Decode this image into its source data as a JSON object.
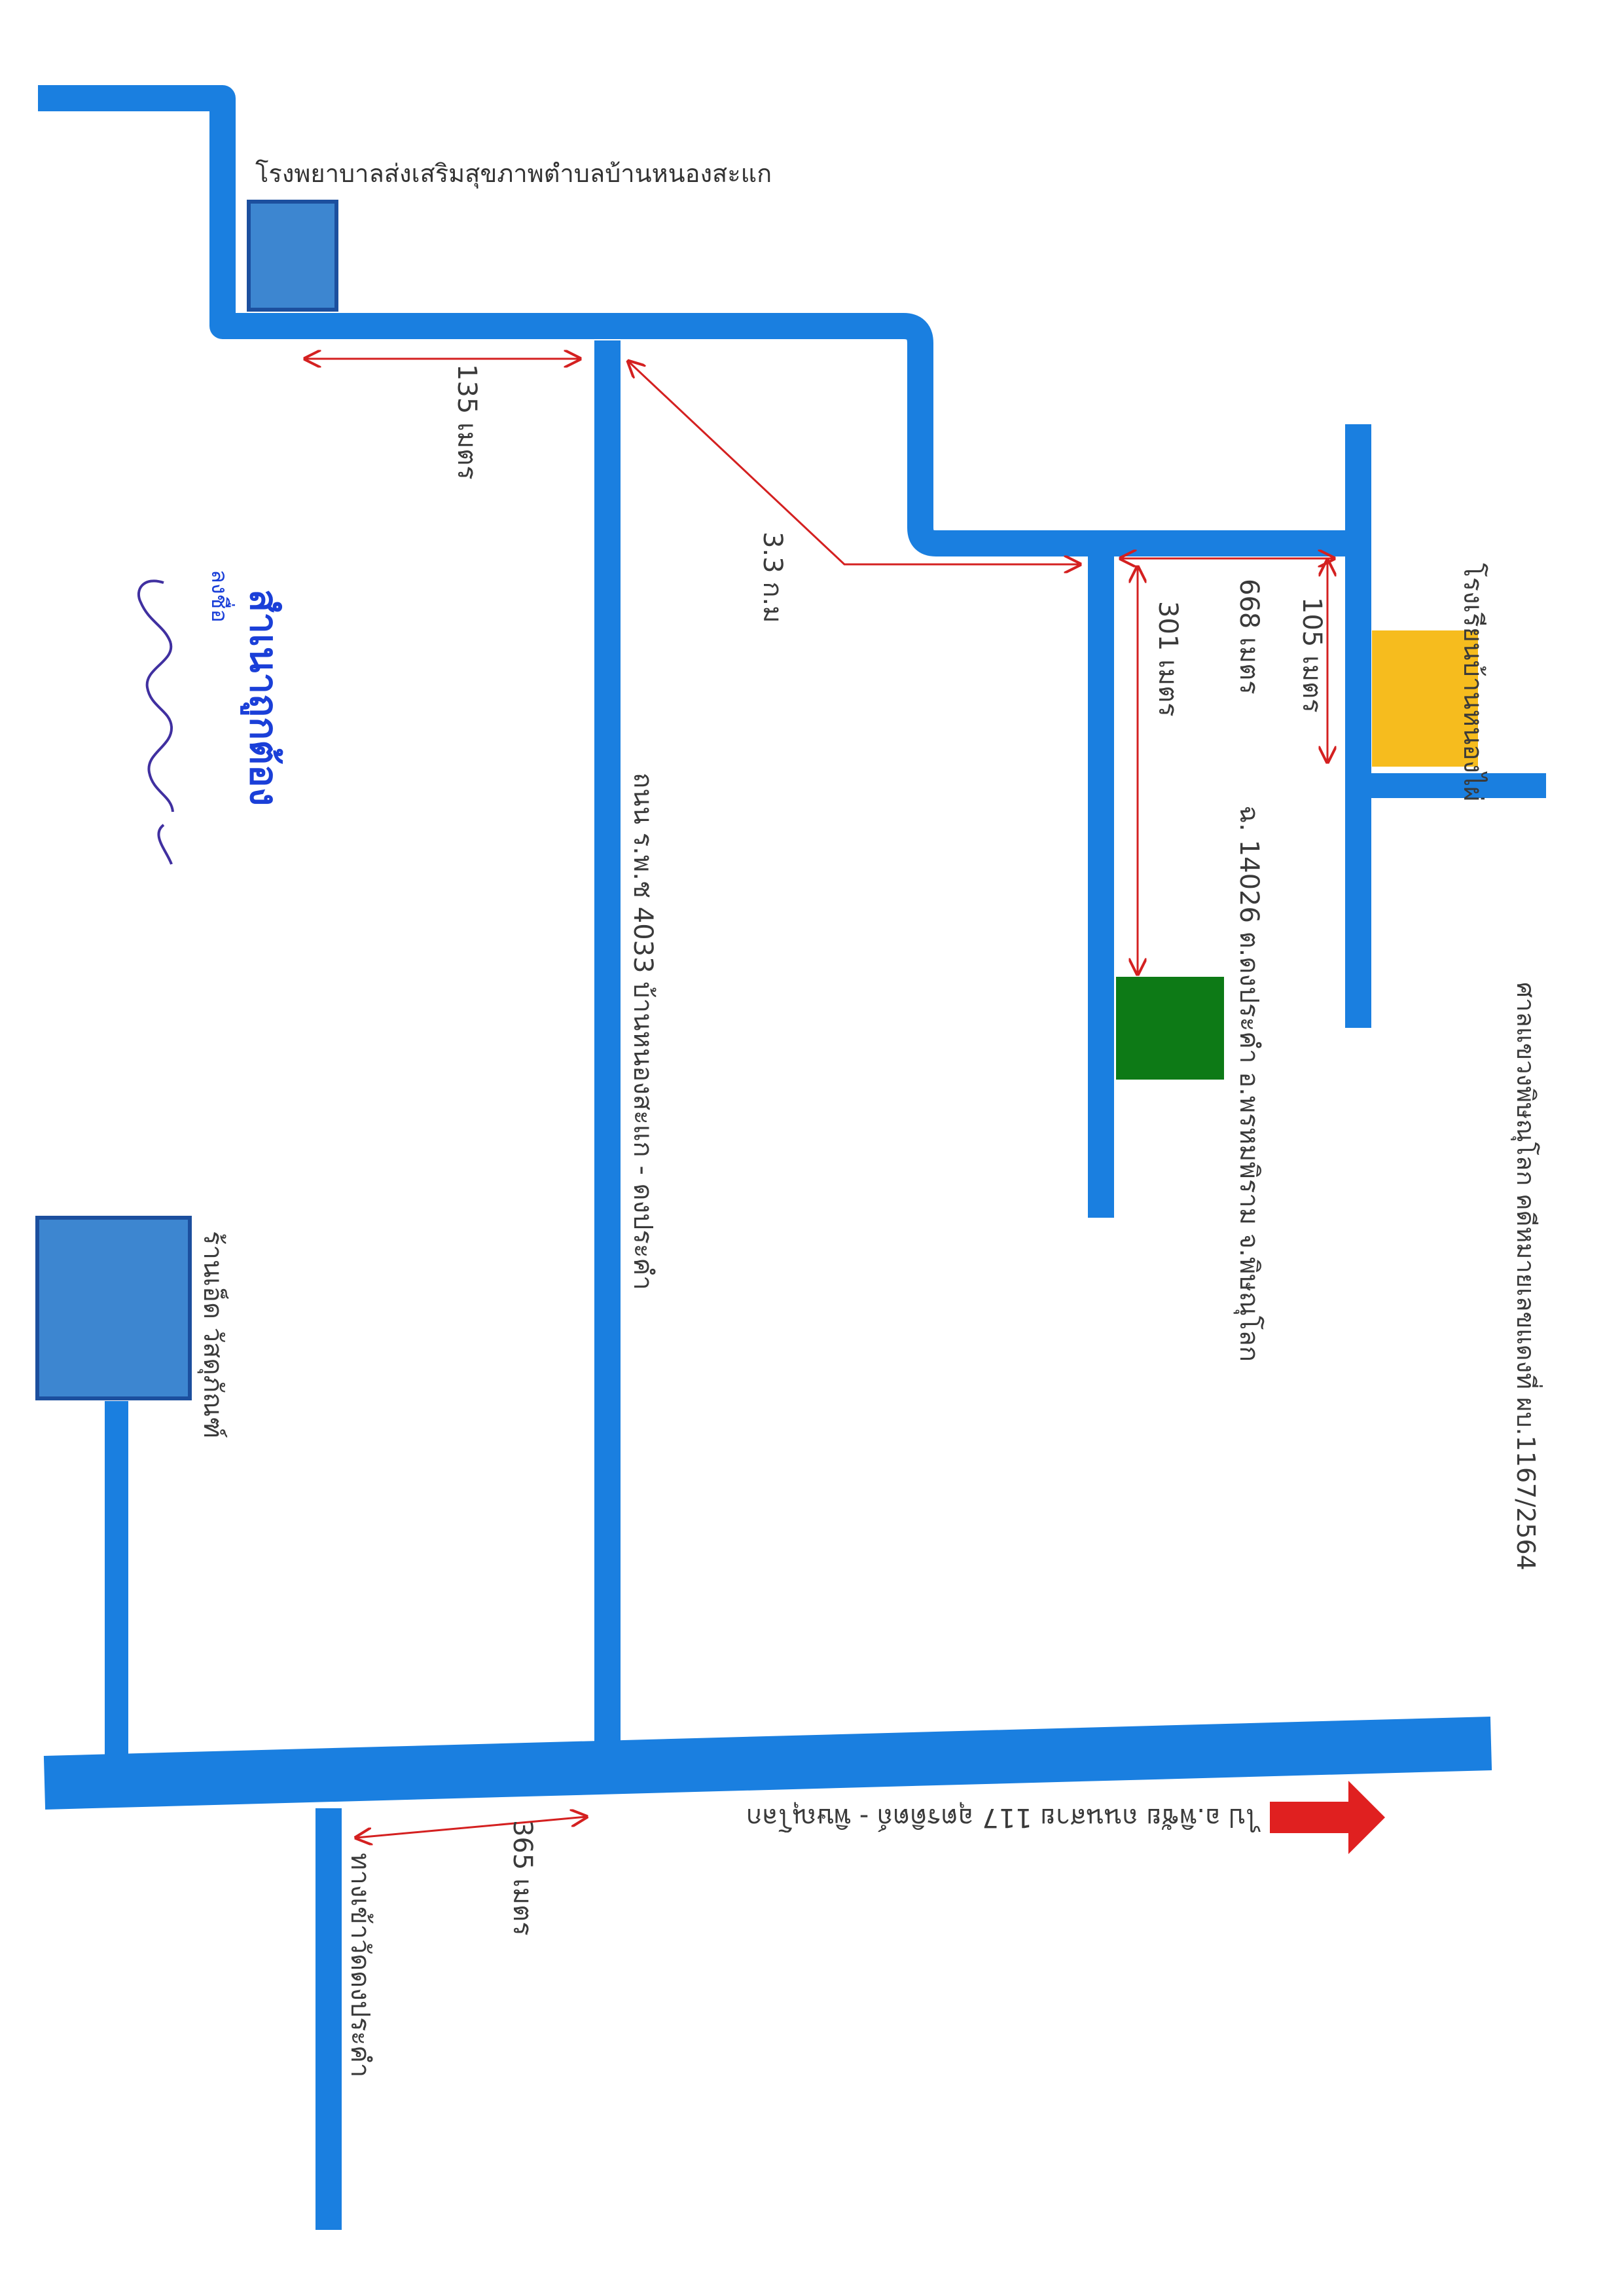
{
  "document": {
    "hospital_label": "โรงพยาบาลส่งเสริมสุขภาพตำบลบ้านหนองสะแก",
    "school_label": "โรงเรียนบ้านหนองไผ่",
    "court_label": "ศาลแขวงพิษณุโลก คดีหมายเลขแดงที่ ผบ.1167/2564",
    "target_label": "ฉ. 14026 ต.ดงประคำ อ.พรหมพิราม จ.พิษณุโลก",
    "road_main_label": "ถนน ร.พ.ช 4033 บ้านหนองสะแก - ดงประคำ",
    "highway_label": "ไป อ.พิชัย  ถนนสาย 117 อุตรดิตถ์ - พิษณุโลก",
    "restaurant_label": "ร้านเอ็ด วัสดุภัณฑ์",
    "temple_label": "ทางเข้าวัดดงประคำ",
    "certified_label": "สำเนาถูกต้อง",
    "signature_label": "ลงชื่อ"
  },
  "distances": {
    "d135": "135 เมตร",
    "d33": "3.3 ก.ม",
    "d668": "668 เมตร",
    "d301": "301 เมตร",
    "d105": "105 เมตร",
    "d365": "365 เมตร"
  },
  "colors": {
    "road": "#1a7fe0",
    "hospital_fill": "#3d86d0",
    "hospital_border": "#1c4f9e",
    "school_fill": "#f6bc1e",
    "target_fill": "#0d7a16",
    "arrow_red": "#e02020",
    "measure_red": "#d42020",
    "stamp_blue": "#1a3fd8",
    "signature": "#4030a0"
  },
  "icons": {
    "direction_arrow": "red-arrow-right-icon"
  }
}
